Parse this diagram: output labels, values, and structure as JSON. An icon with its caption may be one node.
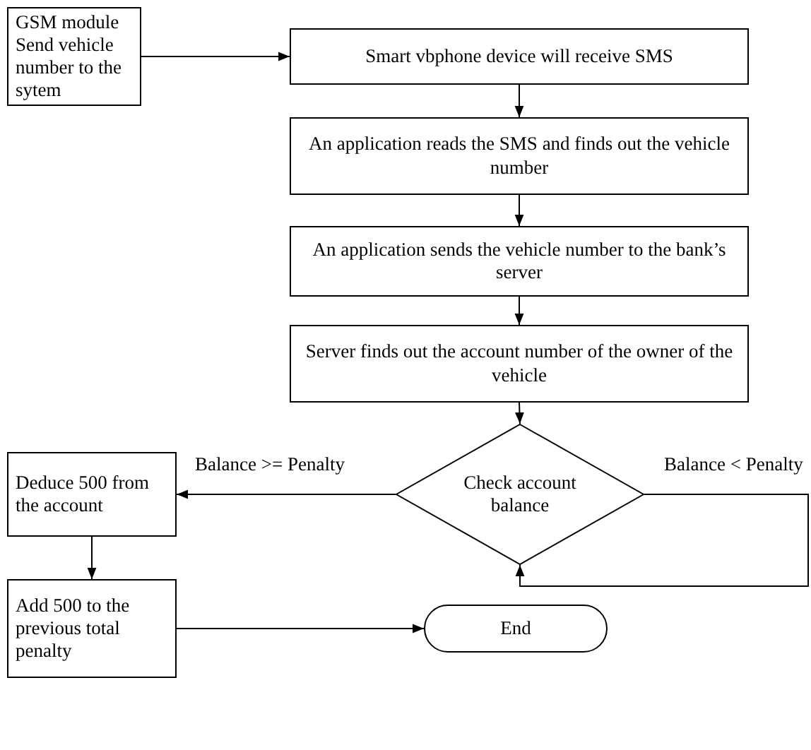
{
  "diagram": {
    "nodes": [
      {
        "text": [
          "GSM module Send vehicle number to the sytem"
        ]
      },
      {
        "text": [
          "Smart vbphone device will receive SMS"
        ]
      },
      {
        "text": [
          "An application reads the SMS and finds out the vehicle number"
        ]
      },
      {
        "text": [
          "An application sends the vehicle number to the bank’s server"
        ]
      },
      {
        "text": [
          "Server finds out the account number of the owner of the vehicle"
        ]
      },
      {
        "text": [
          "Check account balance"
        ]
      },
      {
        "text": [
          "Deduce 500 from the account"
        ]
      },
      {
        "text": [
          "Add 500 to the previous total penalty"
        ]
      },
      {
        "text": [
          "End"
        ]
      }
    ],
    "edges": [
      {
        "from": 0,
        "to": 1,
        "arrow": "to"
      },
      {
        "from": 1,
        "to": 2,
        "arrow": "to"
      },
      {
        "from": 2,
        "to": 3,
        "arrow": "to"
      },
      {
        "from": 3,
        "to": 4,
        "arrow": "to"
      },
      {
        "from": 4,
        "to": 5,
        "arrow": "to"
      },
      {
        "from": 5,
        "to": 6,
        "arrow": "to",
        "label": "Balance >= Penalty"
      },
      {
        "from": 5,
        "to": 5,
        "arrow": "to",
        "label": "Balance < Penalty"
      },
      {
        "from": 6,
        "to": 7,
        "arrow": "to"
      },
      {
        "from": 7,
        "to": 8,
        "arrow": "to"
      }
    ]
  }
}
